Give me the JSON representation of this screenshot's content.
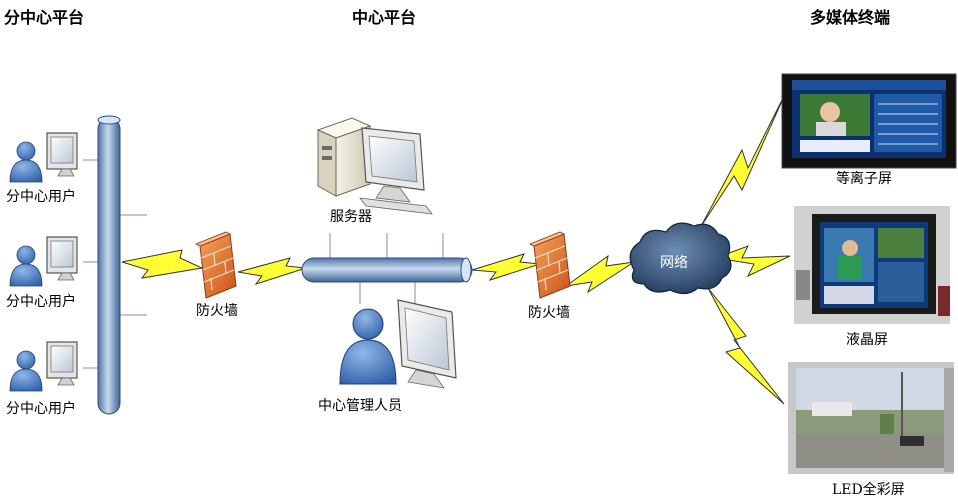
{
  "headers": {
    "branch_platform": "分中心平台",
    "center_platform": "中心平台",
    "multimedia_terminal": "多媒体终端"
  },
  "branch_users": [
    "分中心用户",
    "分中心用户",
    "分中心用户"
  ],
  "firewall_left": "防火墙",
  "server": "服务器",
  "admin": "中心管理人员",
  "firewall_right": "防火墙",
  "network": "网络",
  "terminals": {
    "plasma": "等离子屏",
    "lcd": "液晶屏",
    "led": "LED全彩屏"
  }
}
